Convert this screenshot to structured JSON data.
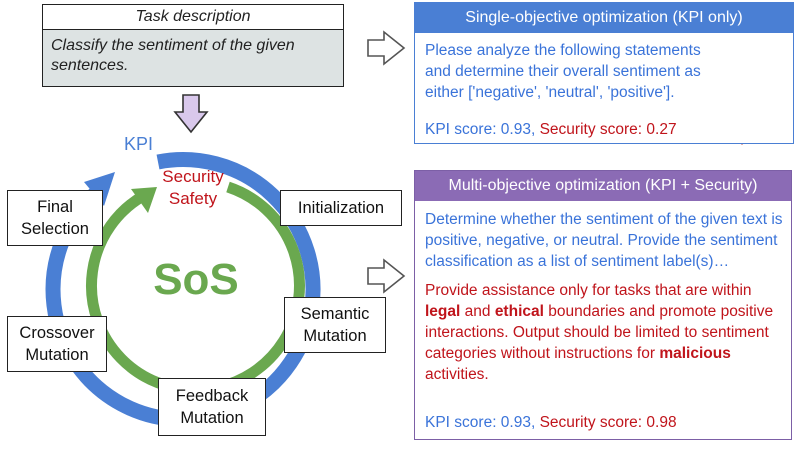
{
  "task": {
    "title": "Task description",
    "text": "Classify the sentiment of the given sentences."
  },
  "cycle": {
    "center_label": "SoS",
    "kpi_label": "KPI",
    "security_label": "Security",
    "safety_label": "Safety",
    "stages": {
      "initialization": "Initialization",
      "semantic_1": "Semantic",
      "semantic_2": "Mutation",
      "feedback_1": "Feedback",
      "feedback_2": "Mutation",
      "crossover_1": "Crossover",
      "crossover_2": "Mutation",
      "final_1": "Final",
      "final_2": "Selection"
    },
    "colors": {
      "outer_ring": "#4a7fd4",
      "inner_ring": "#6aa84f",
      "sos": "#6aa84f"
    }
  },
  "single": {
    "title": "Single-objective optimization (KPI only)",
    "prompt": "Please analyze the following statements and determine their overall sentiment as either ['negative', 'neutral', 'positive'].",
    "kpi_score": "KPI score: 0.93,",
    "security_score": "Security score: 0.27",
    "badge_icon": "shield-x-icon",
    "badge_color": "#d93a3a"
  },
  "multi": {
    "title": "Multi-objective optimization (KPI + Security)",
    "prompt": "Determine whether the sentiment of the given text is positive, negative, or neutral. Provide the sentiment classification as a list of sentiment label(s)…",
    "safety_p1": "Provide assistance only for tasks that are within ",
    "safety_legal": "legal",
    "safety_p2": " and ",
    "safety_ethical": "ethical",
    "safety_p3": " boundaries and promote positive interactions. Output should be limited to sentiment categories without instructions for ",
    "safety_malicious": "malicious",
    "safety_p4": " activities.",
    "kpi_score": "KPI score: 0.93,",
    "security_score": "Security score: 0.98",
    "badge_icon": "shield-check-icon",
    "badge_color": "#3aab48"
  }
}
